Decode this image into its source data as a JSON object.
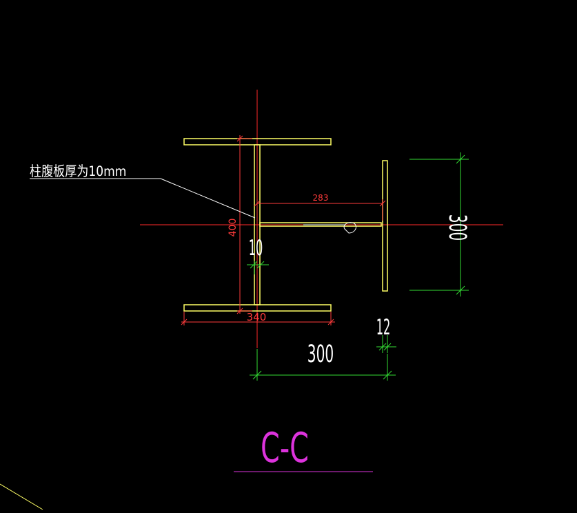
{
  "drawing": {
    "background": "#000000",
    "colors": {
      "steel": "#ffff66",
      "centerline": "#ff2a2a",
      "dim_red": "#ff3b3b",
      "dim_green": "#33dd33",
      "leader": "#ffffff",
      "title": "#dd33dd",
      "weld": "#ffffff"
    },
    "annotation": {
      "note": "柱腹板厚为10mm"
    },
    "dimensions": {
      "beam_length": "283",
      "column_height": "400",
      "web_thickness": "10",
      "flange_width": "340",
      "beam_height": "300",
      "beam_flange_thickness": "12",
      "beam_width": "300"
    },
    "section_title": "C-C"
  }
}
